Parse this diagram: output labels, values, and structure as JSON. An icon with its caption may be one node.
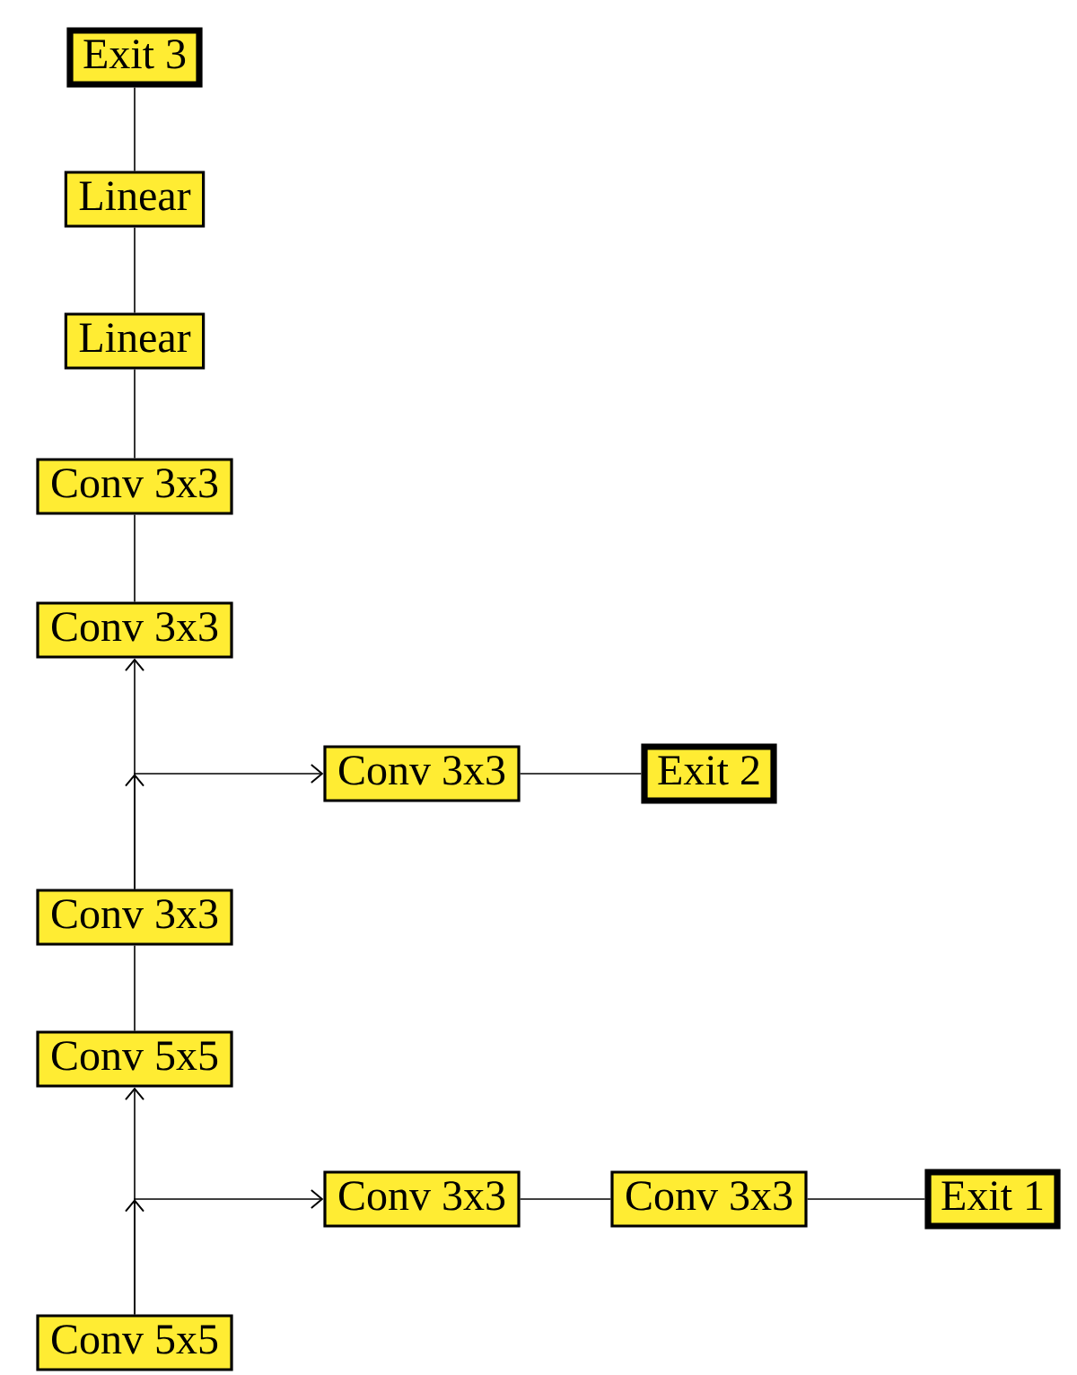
{
  "diagram": {
    "nodes": [
      {
        "text": [
          "Exit 3"
        ]
      },
      {
        "text": [
          "Linear"
        ]
      },
      {
        "text": [
          "Linear"
        ]
      },
      {
        "text": [
          "Conv 3x3"
        ]
      },
      {
        "text": [
          "Conv 3x3"
        ]
      },
      {
        "text": [
          "Conv 3x3"
        ]
      },
      {
        "text": [
          "Exit 2"
        ]
      },
      {
        "text": [
          "Conv 3x3"
        ]
      },
      {
        "text": [
          "Conv 5x5"
        ]
      },
      {
        "text": [
          "Conv 3x3"
        ]
      },
      {
        "text": [
          "Conv 3x3"
        ]
      },
      {
        "text": [
          "Exit 1"
        ]
      },
      {
        "text": [
          "Conv 5x5"
        ]
      }
    ],
    "edges": [
      {
        "from": 12,
        "to": 8,
        "arrow": "to"
      },
      {
        "from": 12,
        "to": 9,
        "arrow": "to"
      },
      {
        "from": 9,
        "to": 10,
        "arrow": "none"
      },
      {
        "from": 10,
        "to": 11,
        "arrow": "none"
      },
      {
        "from": 8,
        "to": 7,
        "arrow": "none"
      },
      {
        "from": 7,
        "to": 4,
        "arrow": "to"
      },
      {
        "from": 7,
        "to": 5,
        "arrow": "to"
      },
      {
        "from": 5,
        "to": 6,
        "arrow": "none"
      },
      {
        "from": 4,
        "to": 3,
        "arrow": "none"
      },
      {
        "from": 3,
        "to": 2,
        "arrow": "none"
      },
      {
        "from": 2,
        "to": 1,
        "arrow": "none"
      },
      {
        "from": 1,
        "to": 0,
        "arrow": "none"
      }
    ]
  }
}
